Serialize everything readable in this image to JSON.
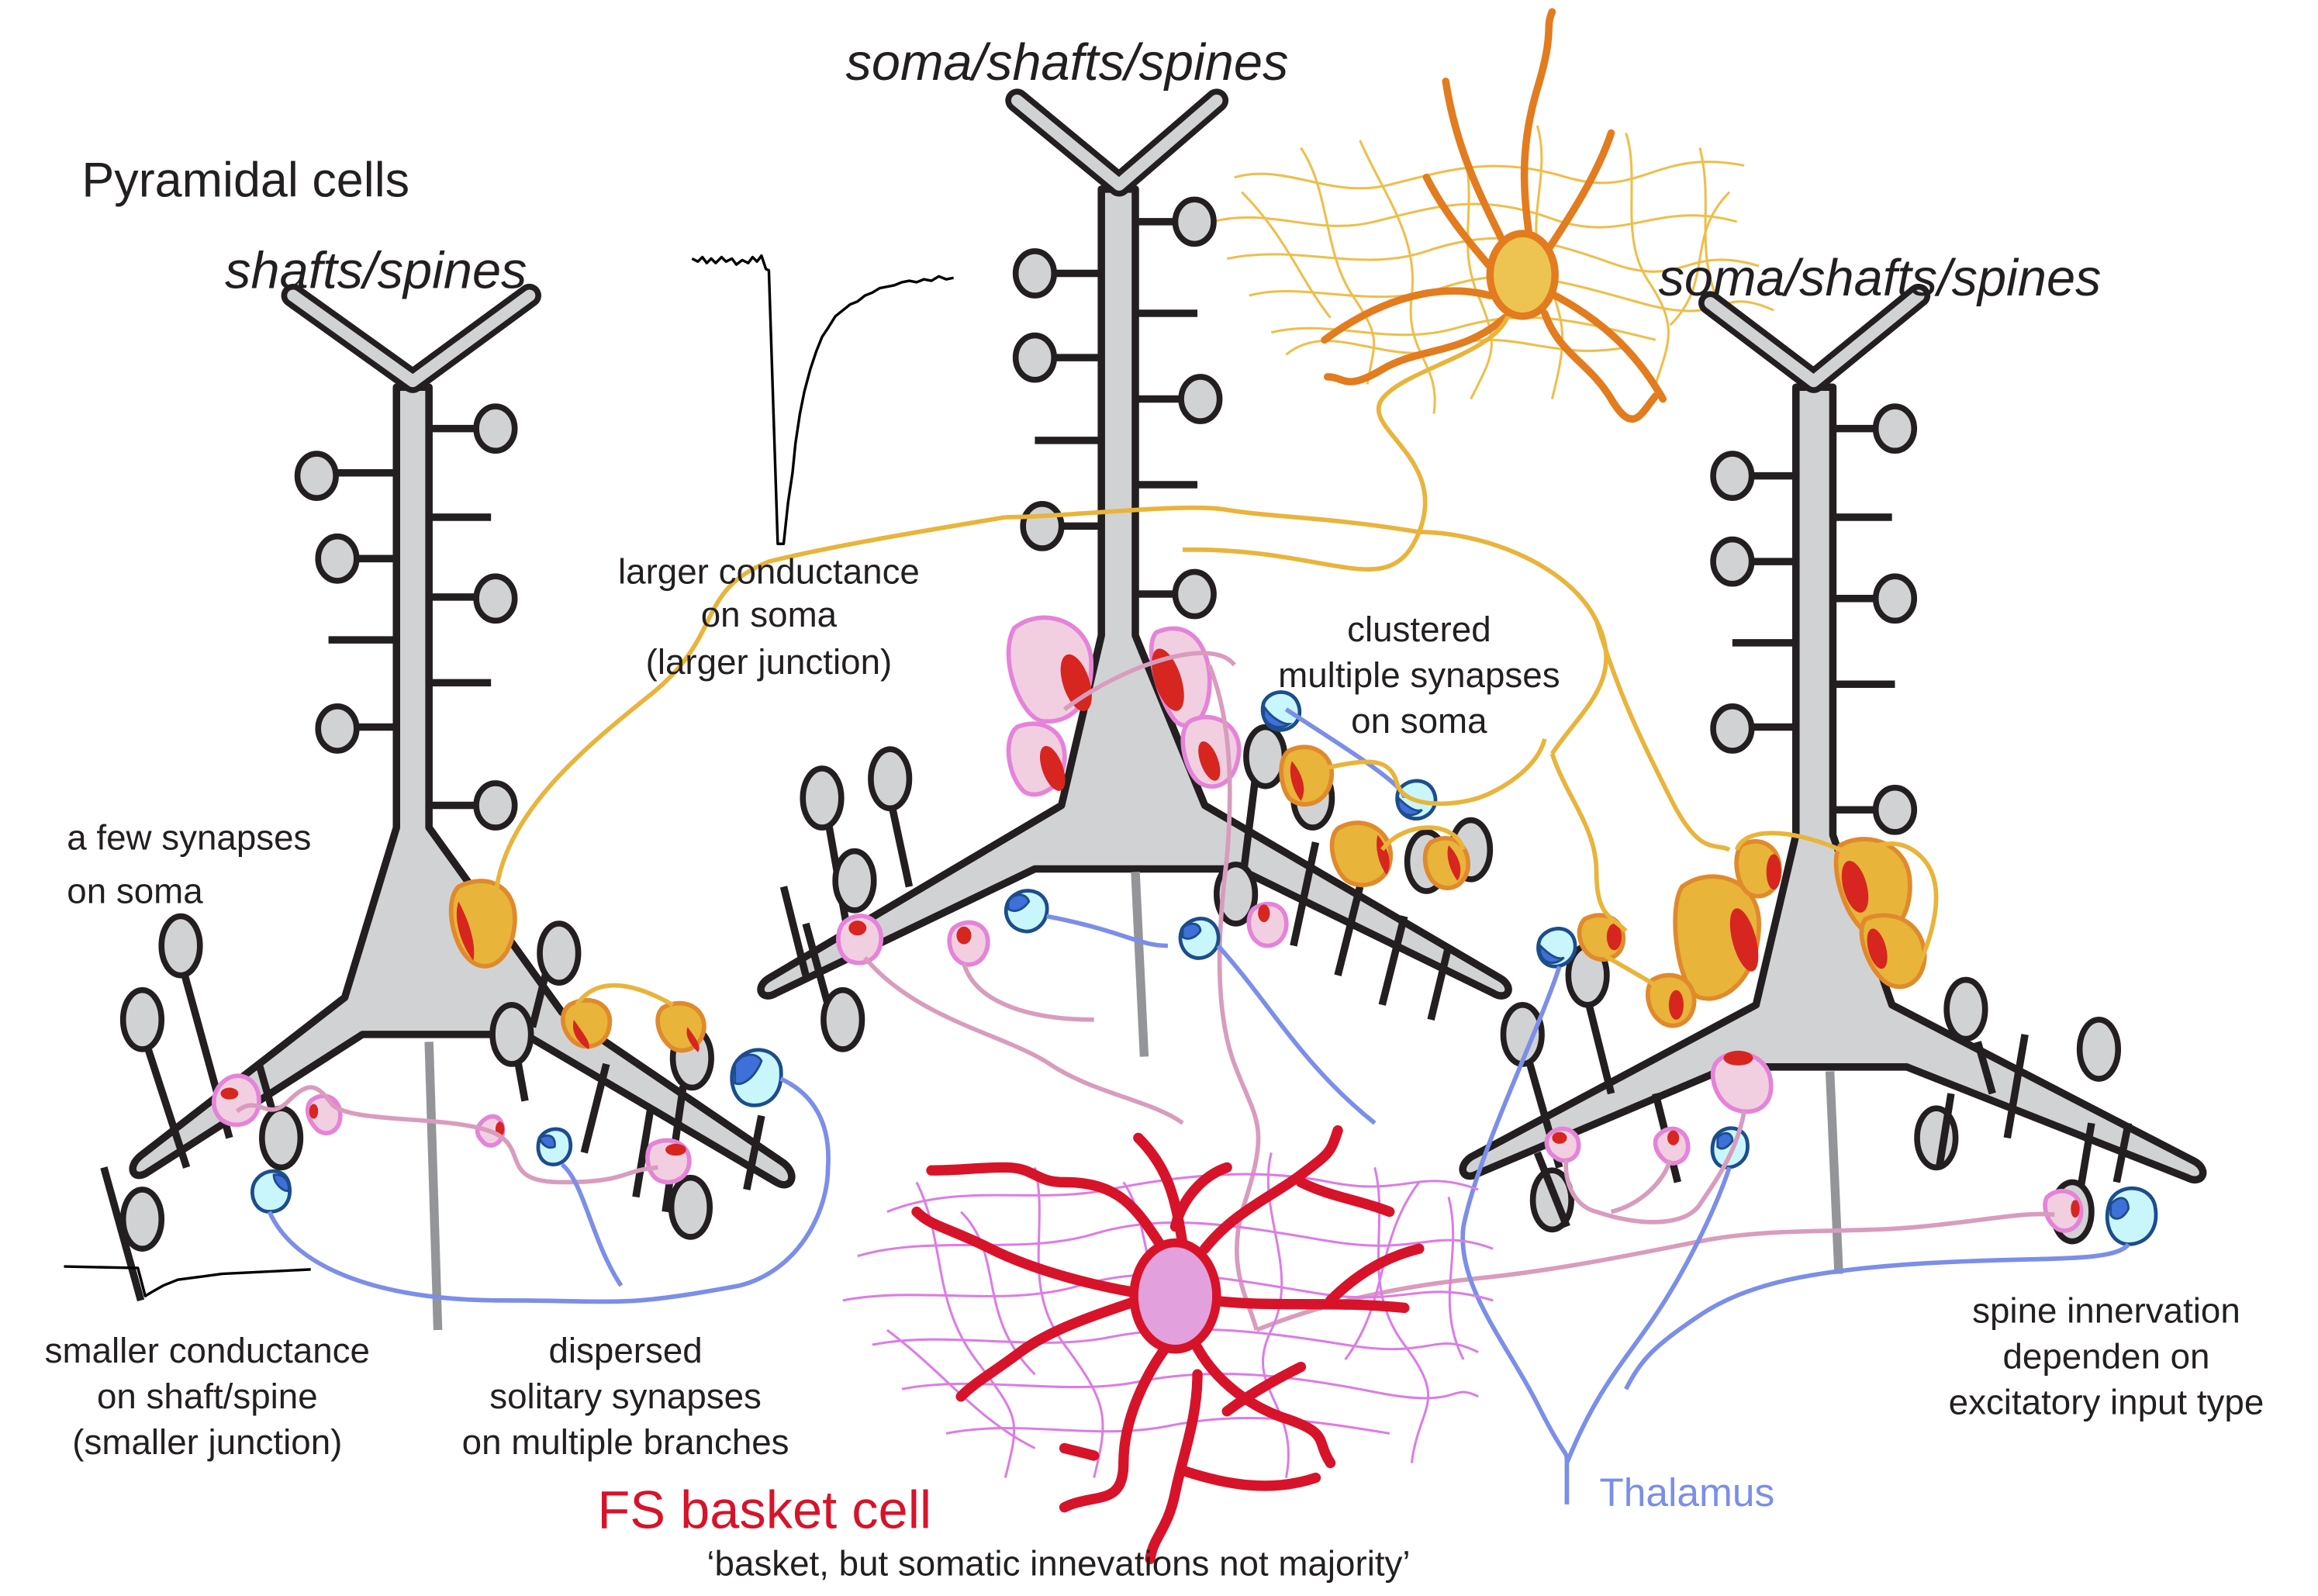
{
  "figure": {
    "title": "Pyramidal cells",
    "cells": [
      {
        "id": "left-pyramidal",
        "target_label": "shafts/spines",
        "annotation": [
          "a few synapses",
          "on soma"
        ]
      },
      {
        "id": "middle-pyramidal",
        "target_label": "soma/shafts/spines",
        "annotation": [
          "clustered",
          "multiple synapses",
          "on soma"
        ]
      },
      {
        "id": "right-pyramidal",
        "target_label": "soma/shafts/spines",
        "annotation": [
          "spine innervation",
          "dependen on",
          "excitatory input type"
        ]
      }
    ],
    "traces": {
      "large": {
        "caption": [
          "larger conductance",
          "on soma",
          "(larger junction)"
        ]
      },
      "small": {
        "caption": [
          "smaller conductance",
          "on shaft/spine",
          "(smaller junction)"
        ]
      }
    },
    "dispersed_caption": [
      "dispersed",
      "solitary synapses",
      "on multiple branches"
    ],
    "fs_cell": {
      "label": "FS basket cell",
      "subtitle": "‘basket, but somatic innevations not majority’"
    },
    "thalamus_label": "Thalamus",
    "colors": {
      "pyramidal_fill": "#d1d2d4",
      "outline": "#231f20",
      "fs_dendrite": "#d7132a",
      "fs_soma": "#e2a0dc",
      "fs_axon": "#dc7ce6",
      "cortical_input_axon": "#e8b43a",
      "cortical_input_cell": "#e27c1e",
      "thalamic_axon": "#7b8ee8",
      "thalamic_bouton": "#c9f6fa",
      "psd": "#d6261f"
    }
  }
}
